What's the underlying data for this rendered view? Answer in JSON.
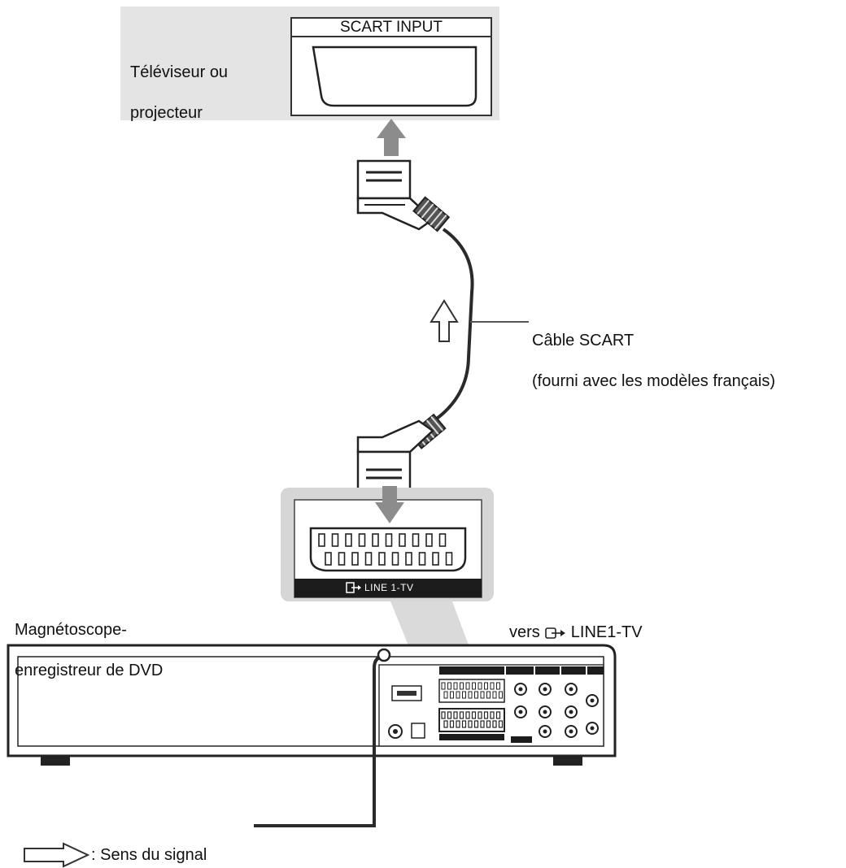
{
  "tv": {
    "label_line1": "Téléviseur ou",
    "label_line2": "projecteur",
    "port_label": "SCART INPUT"
  },
  "cable": {
    "label_line1": "Câble SCART",
    "label_line2": "(fourni avec les modèles français)"
  },
  "dvd": {
    "label_line1": "Magnétoscope-",
    "label_line2": "enregistreur de DVD",
    "zoom_port_label": "LINE 1-TV",
    "connect_label": "vers",
    "connect_port": "LINE1-TV"
  },
  "legend": {
    "text": ": Sens du signal"
  },
  "colors": {
    "panel_gray": "#e4e4e4",
    "arrow_gray": "#8c8c8c",
    "outline": "#2a2a2a",
    "label_bar": "#1c1c1c"
  }
}
